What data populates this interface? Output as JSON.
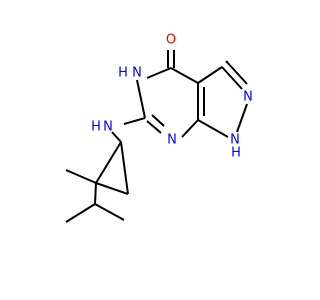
{
  "colors": {
    "bond": "#000000",
    "nitrogen": "#0000FF",
    "oxygen": "#FF0000",
    "background": "#FFFFFF"
  },
  "atom_labels": {
    "oxygen": "O",
    "nh_lactam": "N",
    "nh_lactam_h": "H",
    "n_pyrazole_2": "N",
    "n_pyrazole_1": "N",
    "n_pyrazole_1_h": "H",
    "n_pyrimidine": "N",
    "nh_amine": "N",
    "nh_amine_h": "H"
  }
}
